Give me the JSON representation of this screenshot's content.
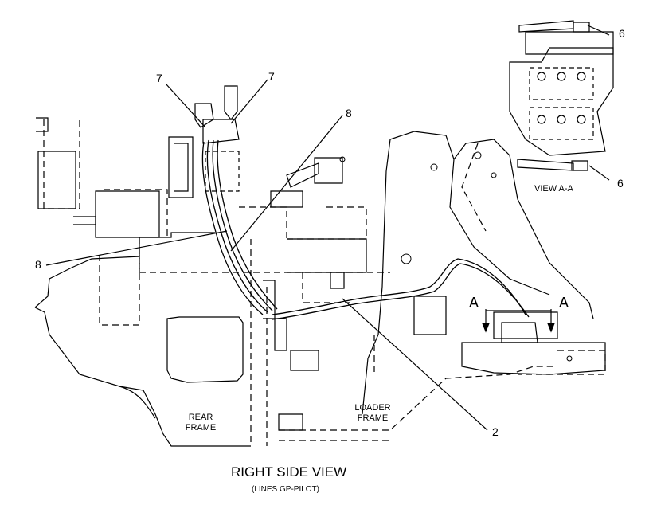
{
  "title": "RIGHT SIDE VIEW",
  "subtitle": "(LINES GP-PILOT)",
  "view_label": "VIEW A-A",
  "section_marker": "A",
  "frames": {
    "rear_line1": "REAR",
    "rear_line2": "FRAME",
    "loader_line1": "LOADER",
    "loader_line2": "FRAME"
  },
  "callouts": {
    "c7_left": "7",
    "c7_right": "7",
    "c8_top": "8",
    "c8_left": "8",
    "c6_top": "6",
    "c6_bottom": "6",
    "c2": "2"
  }
}
